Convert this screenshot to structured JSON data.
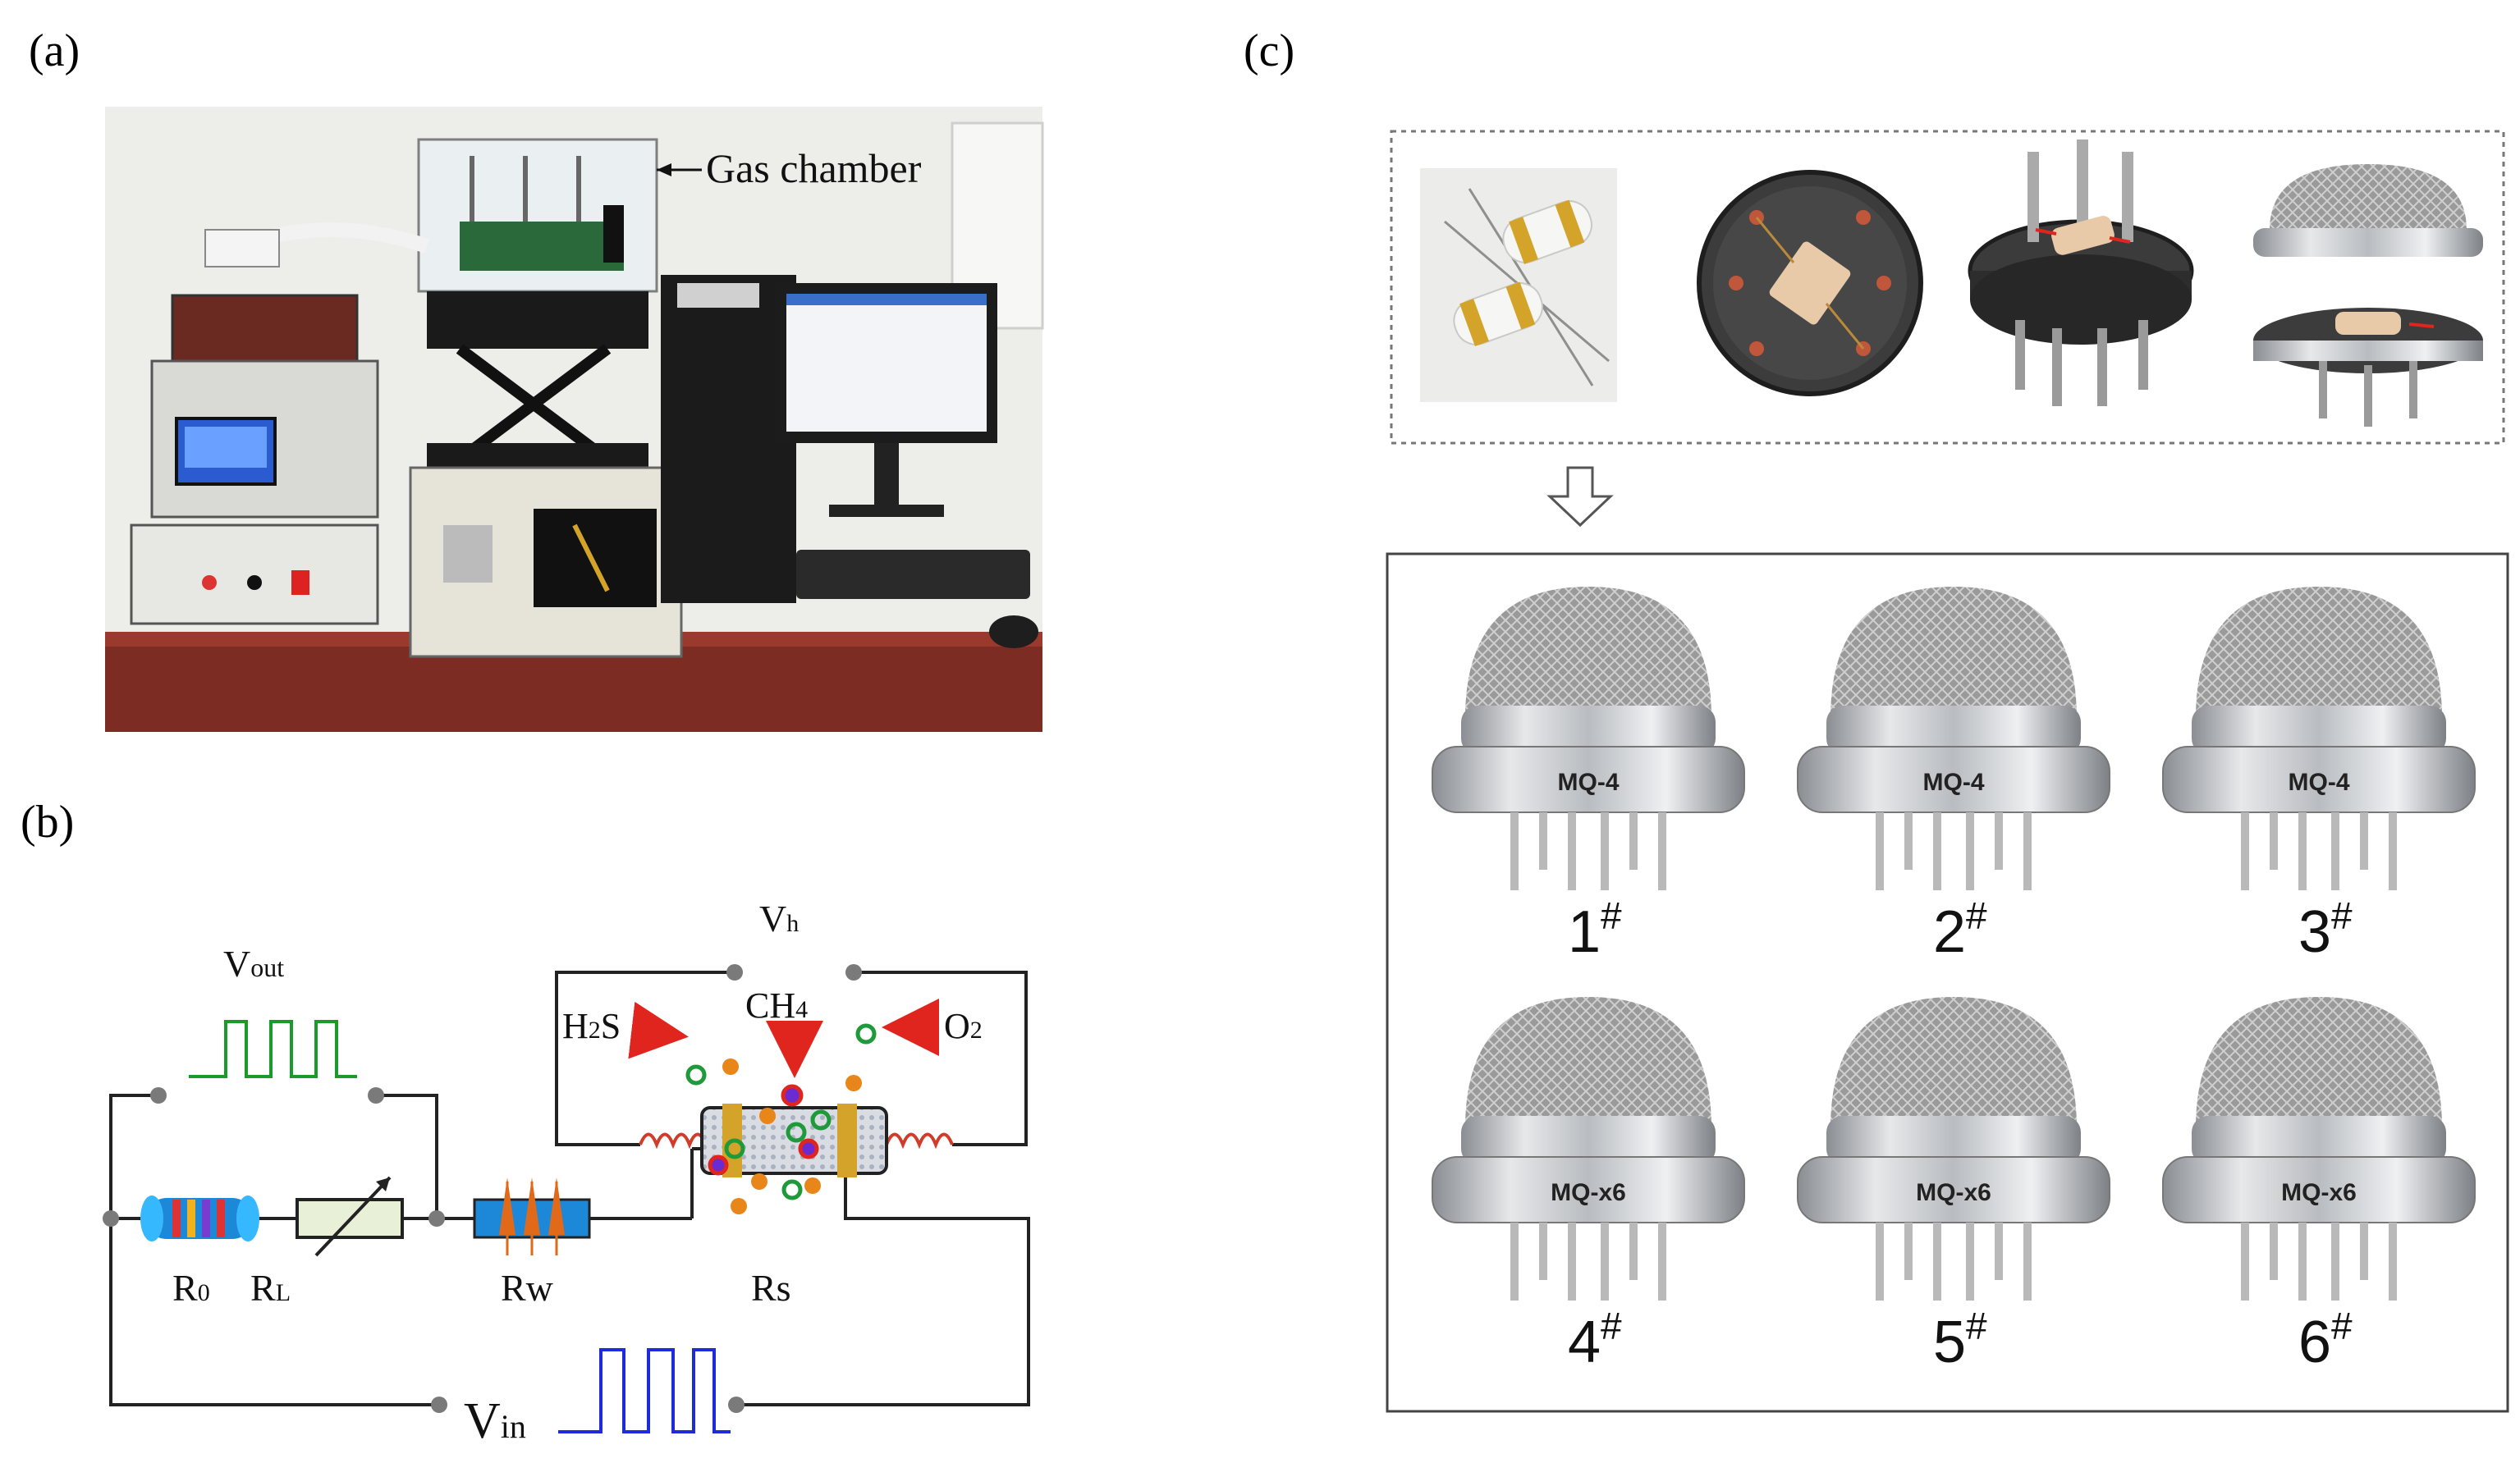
{
  "panels": {
    "a": {
      "label": "(a)",
      "annotation": "Gas chamber"
    },
    "b": {
      "label": "(b)",
      "labels": {
        "vout_main": "V",
        "vout_sub": "out",
        "vh_main": "V",
        "vh_sub": "h",
        "h2s_a": "H",
        "h2s_sub": "2",
        "h2s_b": "S",
        "ch4_a": "CH",
        "ch4_sub": "4",
        "o2_a": "O",
        "o2_sub": "2",
        "r0_main": "R",
        "r0_sub": "0",
        "rl_main": "R",
        "rl_sub": "L",
        "rw": "Rw",
        "rs": "Rs",
        "vin_main": "V",
        "vin_sub": "in"
      }
    },
    "c": {
      "label": "(c)",
      "sensors": [
        {
          "model": "MQ-4",
          "number": "1",
          "mark": "#"
        },
        {
          "model": "MQ-4",
          "number": "2",
          "mark": "#"
        },
        {
          "model": "MQ-4",
          "number": "3",
          "mark": "#"
        },
        {
          "model": "MQ-x6",
          "number": "4",
          "mark": "#"
        },
        {
          "model": "MQ-x6",
          "number": "5",
          "mark": "#"
        },
        {
          "model": "MQ-x6",
          "number": "6",
          "mark": "#"
        }
      ]
    }
  },
  "colors": {
    "pulse_out": "#1a9a2a",
    "pulse_in": "#1d2bd8",
    "wire": "#222222",
    "heater": "#d23b2a",
    "gold": "#d4a32a",
    "arrow": "#e0251f",
    "dot_orange": "#e8861a",
    "dot_green": "#1f9a3a",
    "dot_purple": "#6a2bd0",
    "resistor_blue": "#1e88d8",
    "rw_orange": "#e06a1a"
  }
}
